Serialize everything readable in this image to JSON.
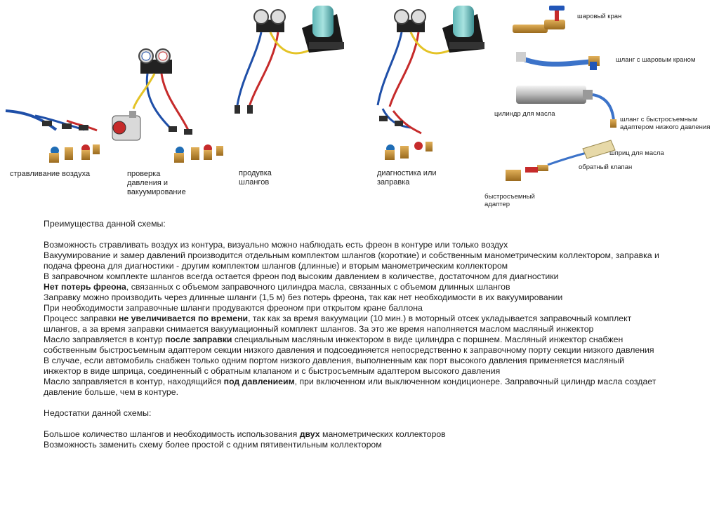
{
  "scenes": {
    "s1": "стравливание воздуха",
    "s2": "проверка\nдавления и\nвакуумирование",
    "s3": "продувка\nшлангов",
    "s4": "диагностика или\nзаправка"
  },
  "parts": {
    "ball_valve": "шаровый кран",
    "hose_with_valve": "шланг с шаровым краном",
    "oil_cylinder": "цилиндр для масла",
    "hose_low_adapter": "шланг с быстросъемным\nадаптером низкого давления",
    "oil_syringe": "шприц для масла",
    "check_valve": "обратный клапан",
    "quick_adapter": "быстросъемный\nадаптер"
  },
  "advantages": {
    "heading": "Преимущества данной схемы:",
    "l1": "Возможность стравливать воздух из контура, визуально можно наблюдать есть фреон в контуре или только воздух",
    "l2": "Вакуумирование и замер давлений производится отдельным комплектом шлангов (короткие) и собственным манометрическим коллектором, заправка и подача фреона для диагностики - другим комплектом шлангов (длинные) и вторым манометрическим коллектором",
    "l3": "В заправочном комплекте шлангов всегда остается фреон под высоким давлением в количестве, достаточном для диагностики",
    "l4_bold": "Нет потерь фреона",
    "l4_rest": ", связанных с объемом заправочного цилиндра масла, связанных с объемом длинных шлангов",
    "l5": "Заправку можно производить через длинные шланги (1,5 м) без потерь фреона, так как нет необходимости в их вакуумировании",
    "l6": "При необходимости заправочные шланги продуваются фреоном при открытом кране баллона",
    "l7_a": "Процесс заправки ",
    "l7_bold": "не увеличивается по времени",
    "l7_b": ", так как за время вакуумации (10 мин.) в моторный отсек укладывается заправочный комплект шлангов, а за время заправки снимается вакуумационный комплект шлангов. За это же время наполняется маслом масляный инжектор",
    "l8_a": "Масло заправляется в контур ",
    "l8_bold": "после заправки",
    "l8_b": " специальным масляным инжектором в виде цилиндра с поршнем. Масляный инжектор снабжен собственным быстросъемным адаптером секции низкого давления и подсоединяется непосредственно к заправочному порту секции низкого давления",
    "l9": "В случае, если автомобиль снабжен только одним портом низкого давления, выполненным как порт высокого давления применяется масляный инжектор в виде шприца, соединенный с обратным клапаном и с быстросъемным адаптером высокого давления",
    "l10_a": "Масло заправляется в контур, находящийся ",
    "l10_bold": "под давлениеим",
    "l10_b": ", при включенном или выключенном кондиционере. Заправочный цилиндр масла создает давление больше, чем в контуре."
  },
  "disadvantages": {
    "heading": "Недостатки данной схемы:",
    "d1_a": "Большое количество шлангов и необходимость использования ",
    "d1_bold": "двух",
    "d1_b": " манометрических коллекторов",
    "d2": "Возможность заменить схему более простой с одним пятивентильным коллектором"
  }
}
